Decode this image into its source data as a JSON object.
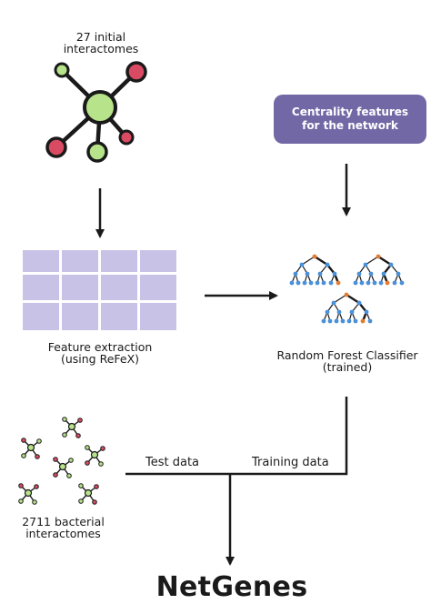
{
  "initial": {
    "line1": "27 initial",
    "line2": "interactomes"
  },
  "centrality": {
    "line1": "Centrality features",
    "line2": "for the network"
  },
  "feature_extraction": {
    "line1": "Feature extraction",
    "line2": "(using ReFeX)"
  },
  "classifier": {
    "line1": "Random Forest Classifier",
    "line2": "(trained)"
  },
  "bacterial": {
    "line1": "2711 bacterial",
    "line2": "interactomes"
  },
  "edges": {
    "test": "Test data",
    "training": "Training data"
  },
  "output": {
    "title": "NetGenes"
  },
  "colors": {
    "purple": "#7368a6",
    "grid": "#c8c3e6",
    "green": "#b7e38a",
    "red": "#d94b63",
    "dark": "#1a1a1a"
  }
}
